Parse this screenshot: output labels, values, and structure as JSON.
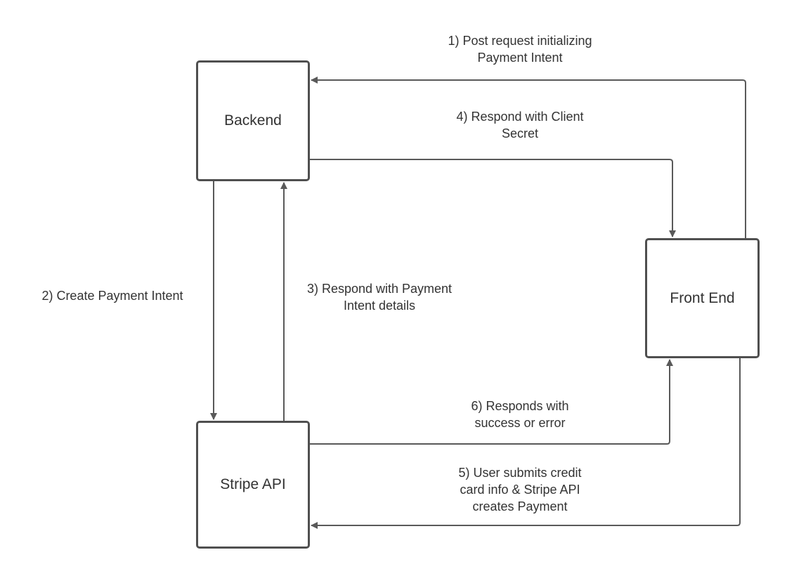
{
  "nodes": {
    "backend": "Backend",
    "frontend": "Front End",
    "stripe": "Stripe API"
  },
  "edges": {
    "step1": "1) Post request initializing\nPayment Intent",
    "step2": "2) Create Payment Intent",
    "step3": "3) Respond with Payment\nIntent details",
    "step4": "4) Respond with Client\nSecret",
    "step5": "5) User submits credit\ncard info & Stripe API\ncreates Payment",
    "step6": "6) Responds with\nsuccess or error"
  },
  "colors": {
    "line": "#595959",
    "box_border": "#4f4f4f",
    "text": "#333333"
  }
}
